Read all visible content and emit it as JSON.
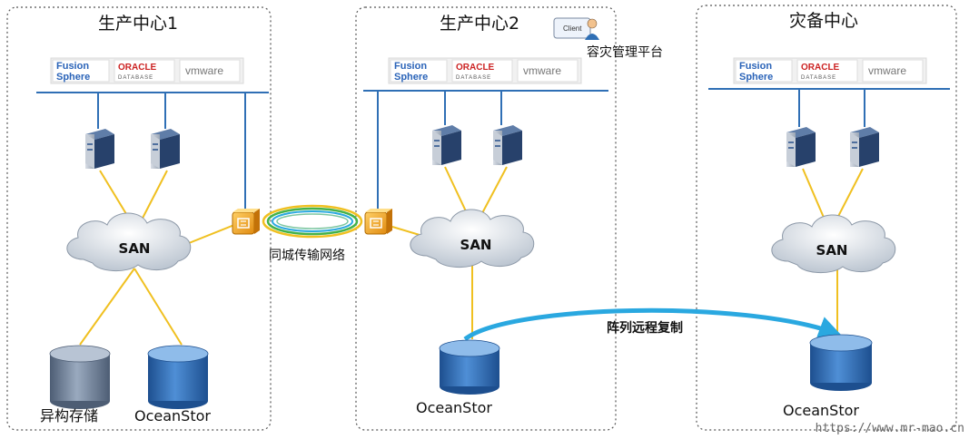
{
  "centers": [
    {
      "title": "生产中心1",
      "san": "SAN",
      "storage_labels": [
        "异构存储",
        "OceanStor"
      ]
    },
    {
      "title": "生产中心2",
      "san": "SAN",
      "storage_labels": [
        "OceanStor"
      ]
    },
    {
      "title": "灾备中心",
      "san": "SAN",
      "storage_labels": [
        "OceanStor"
      ]
    }
  ],
  "logos": {
    "fusion_line1": "Fusion",
    "fusion_line2": "Sphere",
    "oracle_line1": "ORACLE",
    "oracle_line2": "DATABASE",
    "vmware": "vmware"
  },
  "client": {
    "badge": "Client",
    "label": "容灾管理平台"
  },
  "network_label": "同城传输网络",
  "replication_label": "阵列远程复制",
  "watermark": "https://www.mr-mao.cn",
  "colors": {
    "box_border": "#555555",
    "bus_line": "#2f6fb5",
    "link_line": "#f0c020",
    "replication_arrow": "#2aa8e0",
    "disk_blue": "#2f6fb5",
    "disk_gray": "#6e7f96"
  }
}
